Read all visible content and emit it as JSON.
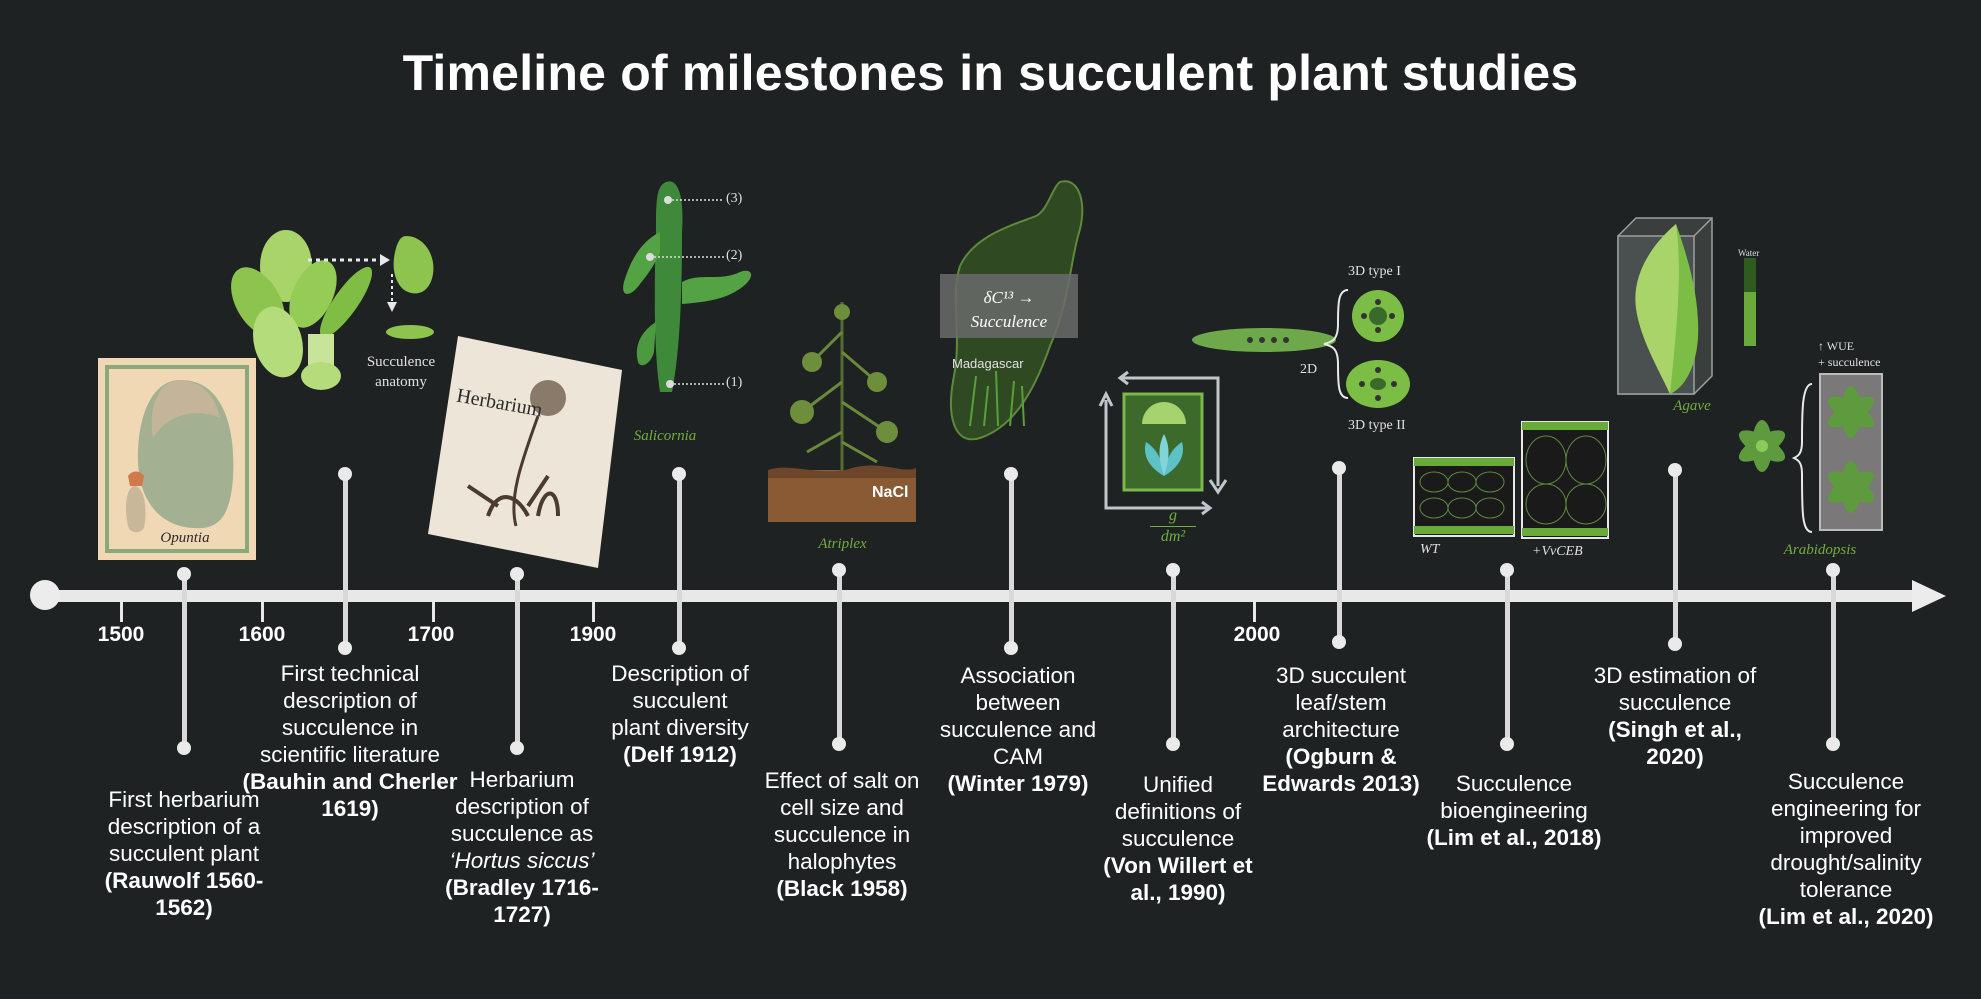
{
  "title": "Timeline of milestones in succulent plant studies",
  "axis": {
    "years": [
      "1500",
      "1600",
      "1700",
      "1900",
      "2000"
    ]
  },
  "milestones": [
    {
      "pre": "First herbarium description of a succulent plant",
      "ref": "(Rauwolf 1560-1562)"
    },
    {
      "pre": "First technical description of succulence in scientific literature",
      "ref": "(Bauhin and Cherler 1619)"
    },
    {
      "pre": "Herbarium description of succulence as",
      "mid": "‘Hortus siccus’",
      "ref": "(Bradley 1716-1727)"
    },
    {
      "pre": "Description of succulent plant diversity",
      "ref": "(Delf 1912)"
    },
    {
      "pre": "Effect of salt on cell size and succulence in halophytes",
      "ref": "(Black 1958)"
    },
    {
      "pre": "Association between succulence and CAM",
      "ref": "(Winter 1979)"
    },
    {
      "pre": "Unified definitions of succulence",
      "ref": "(Von Willert et al., 1990)"
    },
    {
      "pre": "3D succulent leaf/stem architecture",
      "ref": "(Ogburn & Edwards 2013)"
    },
    {
      "pre": "Succulence bioengineering",
      "ref": "(Lim et al., 2018)"
    },
    {
      "pre": "3D estimation of succulence",
      "ref": "(Singh et al., 2020)"
    },
    {
      "pre": "Succulence engineering for improved drought/salinity tolerance",
      "ref": "(Lim et al., 2020)"
    }
  ],
  "illustrations": {
    "opuntia": "Opuntia",
    "anatomy": "Succulence anatomy",
    "herbarium": "Herbarium",
    "salicornia": "Salicornia",
    "salicornia_marks": [
      "(3)",
      "(2)",
      "(1)"
    ],
    "atriplex": "Atriplex",
    "nacl": "NaCl",
    "isotope": "δC¹³ →",
    "isotope2": "Succulence",
    "madagascar": "Madagascar",
    "unit_num": "g",
    "unit_den": "dm²",
    "type1": "3D type I",
    "type2": "3D type II",
    "twod": "2D",
    "wt": "WT",
    "vvceb": "+VvCEB",
    "agave": "Agave",
    "water": "Water",
    "wue": "↑ WUE",
    "plus_succ": "+ succulence",
    "arabidopsis": "Arabidopsis"
  },
  "colors": {
    "background": "#1f2222",
    "accent_green": "#6fae3e",
    "axis": "#e8e8e8"
  }
}
